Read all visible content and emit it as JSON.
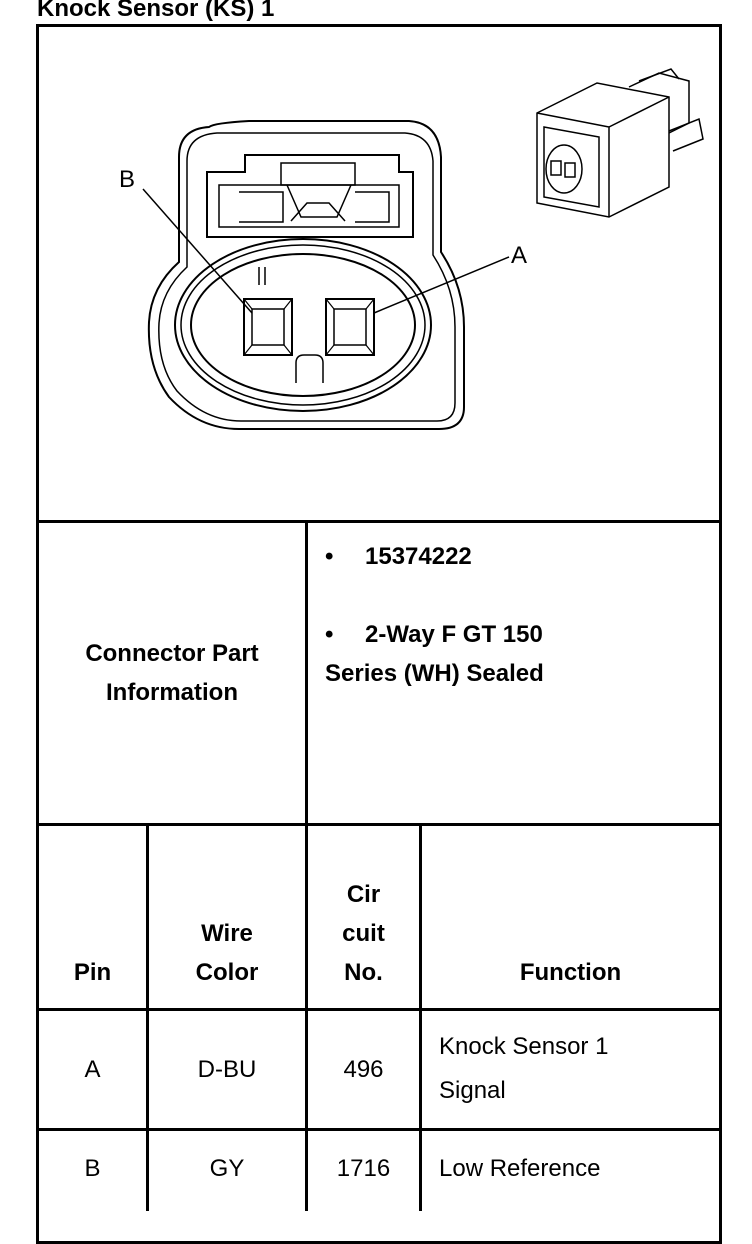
{
  "title": "Knock Sensor (KS) 1",
  "diagram": {
    "callout_b": "B",
    "callout_a": "A"
  },
  "connector": {
    "label": "Connector Part Information",
    "bullet": "•",
    "part_number": "15374222",
    "description_line1": "2-Way F GT 150",
    "description_line2": "Series (WH) Sealed"
  },
  "table": {
    "headers": {
      "pin": "Pin",
      "wire_color_line1": "Wire",
      "wire_color_line2": "Color",
      "circuit_line1": "Cir",
      "circuit_line2": "cuit",
      "circuit_line3": "No.",
      "function": "Function"
    },
    "rows": [
      {
        "pin": "A",
        "wire_color": "D-BU",
        "circuit": "496",
        "function_line1": "Knock Sensor 1",
        "function_line2": "Signal"
      },
      {
        "pin": "B",
        "wire_color": "GY",
        "circuit": "1716",
        "function_line1": "Low Reference",
        "function_line2": ""
      }
    ]
  }
}
